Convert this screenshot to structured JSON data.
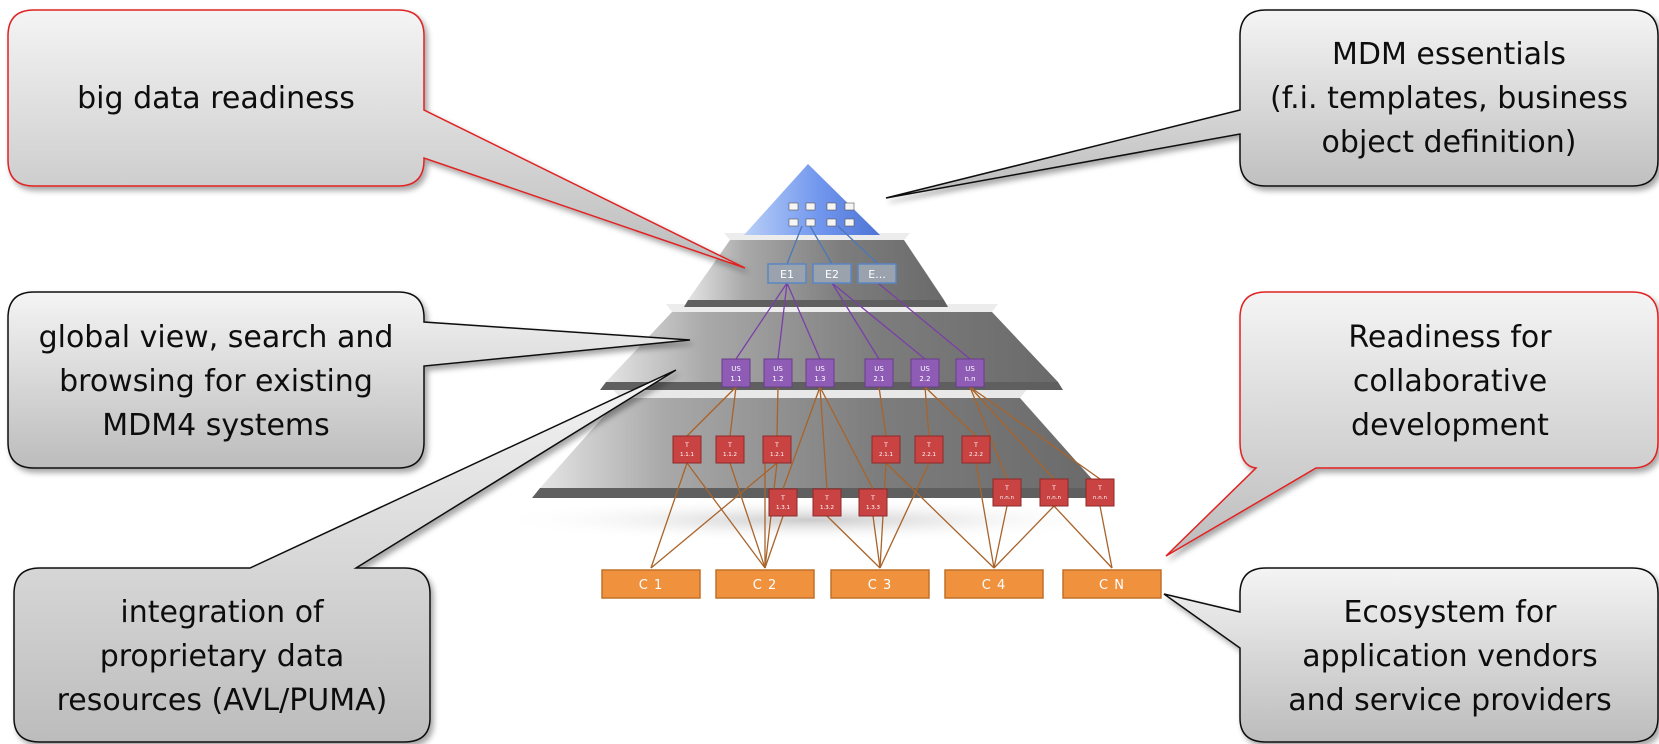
{
  "callouts": {
    "big_data": {
      "lines": [
        "big data readiness"
      ],
      "border": "#e02020"
    },
    "mdm_essentials": {
      "lines": [
        "MDM essentials",
        "(f.i. templates, business",
        "object definition)"
      ],
      "border": "#111111"
    },
    "global_view": {
      "lines": [
        "global view, search and",
        "browsing for existing",
        "MDM4 systems"
      ],
      "border": "#111111"
    },
    "readiness": {
      "lines": [
        "Readiness for",
        "collaborative",
        "development"
      ],
      "border": "#e02020"
    },
    "integration": {
      "lines": [
        "integration of",
        "proprietary data",
        "resources (AVL/PUMA)"
      ],
      "border": "#111111"
    },
    "ecosystem": {
      "lines": [
        "Ecosystem for",
        "application vendors",
        "and service providers"
      ],
      "border": "#111111"
    }
  },
  "pyramid": {
    "epics": [
      "E1",
      "E2",
      "E..."
    ],
    "user_stories": [
      {
        "l1": "US",
        "l2": "1.1"
      },
      {
        "l1": "US",
        "l2": "1.2"
      },
      {
        "l1": "US",
        "l2": "1.3"
      },
      {
        "l1": "US",
        "l2": "2.1"
      },
      {
        "l1": "US",
        "l2": "2.2"
      },
      {
        "l1": "US",
        "l2": "n.n"
      }
    ],
    "tasks": [
      {
        "l1": "T",
        "l2": "1.1.1"
      },
      {
        "l1": "T",
        "l2": "1.1.2"
      },
      {
        "l1": "T",
        "l2": "1.2.1"
      },
      {
        "l1": "T",
        "l2": "2.1.1"
      },
      {
        "l1": "T",
        "l2": "2.2.1"
      },
      {
        "l1": "T",
        "l2": "2.2.2"
      },
      {
        "l1": "T",
        "l2": "1.3.1"
      },
      {
        "l1": "T",
        "l2": "1.3.2"
      },
      {
        "l1": "T",
        "l2": "1.3.3"
      },
      {
        "l1": "T",
        "l2": "n.n.n"
      },
      {
        "l1": "T",
        "l2": "n.n.n"
      },
      {
        "l1": "T",
        "l2": "n.n.n"
      }
    ],
    "components": [
      "C 1",
      "C 2",
      "C 3",
      "C 4",
      "C N"
    ]
  },
  "colors": {
    "callout_fill_top": "#f2f2f2",
    "callout_fill_bottom": "#bdbdbd",
    "apex": "#6f95f0",
    "epic_box": "#9aa3ad",
    "epic_border": "#5b86c4",
    "user_story_box": "#8e5bb5",
    "task_box": "#c94343",
    "component_box": "#f0913e",
    "component_border": "#c0702a",
    "epic_link": "#4a78b8",
    "story_link": "#7a3fa8",
    "task_link": "#a8632a"
  }
}
